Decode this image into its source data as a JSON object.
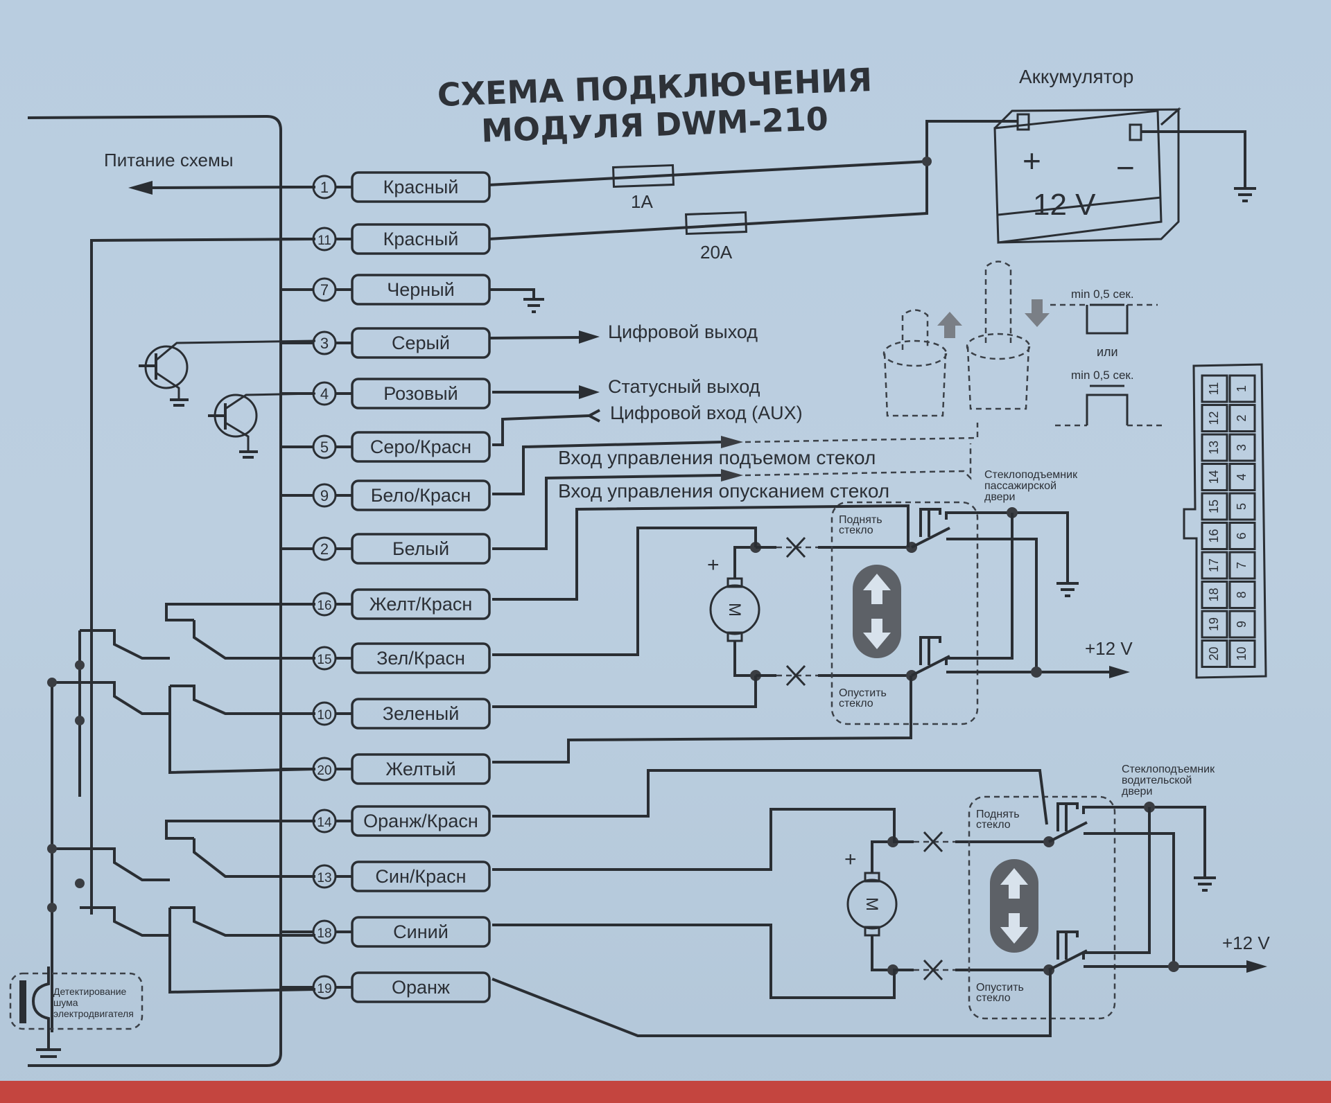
{
  "title": {
    "line1": "СХЕМА ПОДКЛЮЧЕНИЯ",
    "line2": "МОДУЛЯ DWM-210"
  },
  "battery": {
    "label": "Аккумулятор",
    "voltage": "12 V",
    "plus": "+",
    "minus": "−"
  },
  "fuses": [
    {
      "rating": "1A"
    },
    {
      "rating": "20A"
    }
  ],
  "power_out_label": "Питание схемы",
  "wires": [
    {
      "pin": "1",
      "color": "Красный"
    },
    {
      "pin": "11",
      "color": "Красный"
    },
    {
      "pin": "7",
      "color": "Черный"
    },
    {
      "pin": "3",
      "color": "Серый"
    },
    {
      "pin": "4",
      "color": "Розовый"
    },
    {
      "pin": "5",
      "color": "Серо/Красн"
    },
    {
      "pin": "9",
      "color": "Бело/Красн"
    },
    {
      "pin": "2",
      "color": "Белый"
    },
    {
      "pin": "16",
      "color": "Желт/Красн"
    },
    {
      "pin": "15",
      "color": "Зел/Красн"
    },
    {
      "pin": "10",
      "color": "Зеленый"
    },
    {
      "pin": "20",
      "color": "Желтый"
    },
    {
      "pin": "14",
      "color": "Оранж/Красн"
    },
    {
      "pin": "13",
      "color": "Син/Красн"
    },
    {
      "pin": "18",
      "color": "Синий"
    },
    {
      "pin": "19",
      "color": "Оранж"
    }
  ],
  "signals": {
    "digital_out": "Цифровой выход",
    "status_out": "Статусный  выход",
    "digital_in": "Цифровой вход (AUX)",
    "up_input": "Вход управления подъемом стекол",
    "down_input": "Вход управления опусканием стекол"
  },
  "timing": {
    "min_label": "min 0,5 сек.",
    "or_label": "или"
  },
  "passenger_door": {
    "label_lines": [
      "Стеклоподъемник",
      "пассажирской",
      "двери"
    ],
    "raise": [
      "Поднять",
      "стекло"
    ],
    "lower": [
      "Опустить",
      "стекло"
    ],
    "supply": "+12 V",
    "motor": "M",
    "motor_plus": "+"
  },
  "driver_door": {
    "label_lines": [
      "Стеклоподъемник",
      "водительской",
      "двери"
    ],
    "raise": [
      "Поднять",
      "стекло"
    ],
    "lower": [
      "Опустить",
      "стекло"
    ],
    "supply": "+12 V",
    "motor": "M",
    "motor_plus": "+"
  },
  "noise_detect": {
    "lines": [
      "Детектирование",
      "шума",
      "электродвигателя"
    ]
  },
  "connector": {
    "top_row": [
      "11",
      "12",
      "13",
      "14",
      "15",
      "16",
      "17",
      "18",
      "19",
      "20"
    ],
    "bottom_row": [
      "1",
      "2",
      "3",
      "4",
      "5",
      "6",
      "7",
      "8",
      "9",
      "10"
    ]
  }
}
